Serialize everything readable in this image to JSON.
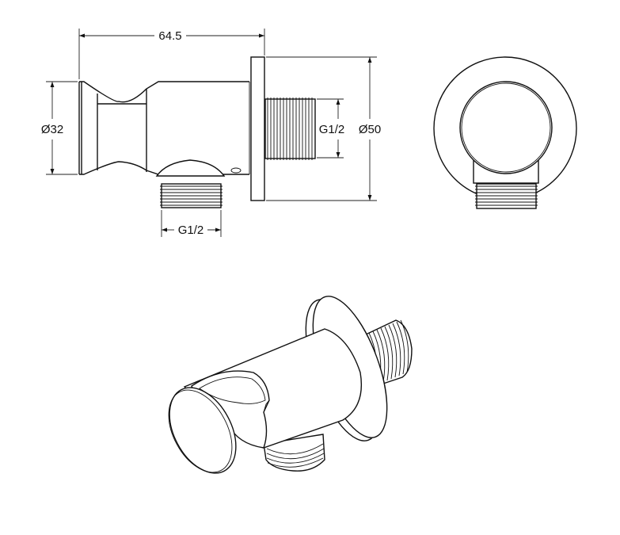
{
  "drawing": {
    "side_view": {
      "overall_length": "64.5",
      "body_diameter": "Ø32",
      "wall_thread": "G1/2",
      "outlet_thread": "G1/2",
      "flange_diameter": "Ø50"
    }
  }
}
